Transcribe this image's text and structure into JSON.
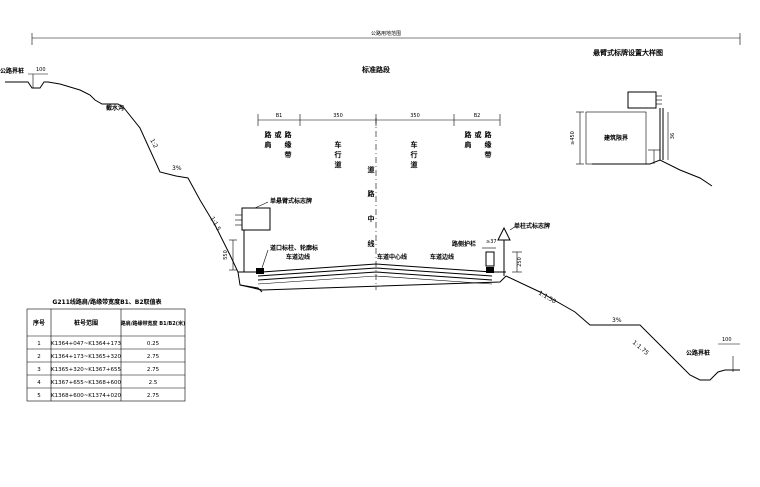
{
  "title_top": "公路用地范围",
  "standard_section_title": "标准路段",
  "detail_title": "悬臂式标牌设置大样图",
  "left": {
    "boundary_stake": "公路界桩",
    "boundary_dim": "100",
    "ditch": "截水沟",
    "slope1": "1:2",
    "pct": "3%",
    "slope2": "1:1.5",
    "sign_label": "单悬臂式标志牌",
    "post_label": "道口标柱、轮廓标",
    "post_dim": "550"
  },
  "right": {
    "boundary_stake": "公路界桩",
    "boundary_dim": "100",
    "slope1": "1:1.50",
    "pct": "3%",
    "slope2": "1:1.75",
    "sign_label": "单柱式标志牌",
    "guardrail_label": "路侧护栏",
    "sign_dim": "≥37",
    "post_dim": "250"
  },
  "widths": {
    "b1": "B1",
    "w1": "350",
    "w2": "350",
    "b2": "B2"
  },
  "lanes": {
    "shoulder_left": [
      "路",
      "肩",
      "或",
      "路",
      "缘",
      "带"
    ],
    "lane_left": [
      "车",
      "行",
      "道"
    ],
    "center": [
      "道",
      "路",
      "中",
      "线"
    ],
    "lane_right": [
      "车",
      "行",
      "道"
    ],
    "shoulder_right": [
      "路",
      "肩",
      "或",
      "路",
      "缘",
      "带"
    ],
    "lane_edge_left": "车道边线",
    "center_line": "车道中心线",
    "lane_edge_right": "车道边线"
  },
  "detail": {
    "bound_label": "建筑限界",
    "dim_left": "≥450",
    "dim_right": "36"
  },
  "table": {
    "title": "G211线路肩/路缘带宽度B1、B2取值表",
    "headers": [
      "序号",
      "桩号范围",
      "路肩/路缘带宽度 B1/B2(米)"
    ],
    "rows": [
      [
        "1",
        "K1364+047~K1364+173",
        "0.25"
      ],
      [
        "2",
        "K1364+173~K1365+320",
        "2.75"
      ],
      [
        "3",
        "K1365+320~K1367+655",
        "2.75"
      ],
      [
        "4",
        "K1367+655~K1368+600",
        "2.5"
      ],
      [
        "5",
        "K1368+600~K1374+020",
        "2.75"
      ]
    ]
  }
}
